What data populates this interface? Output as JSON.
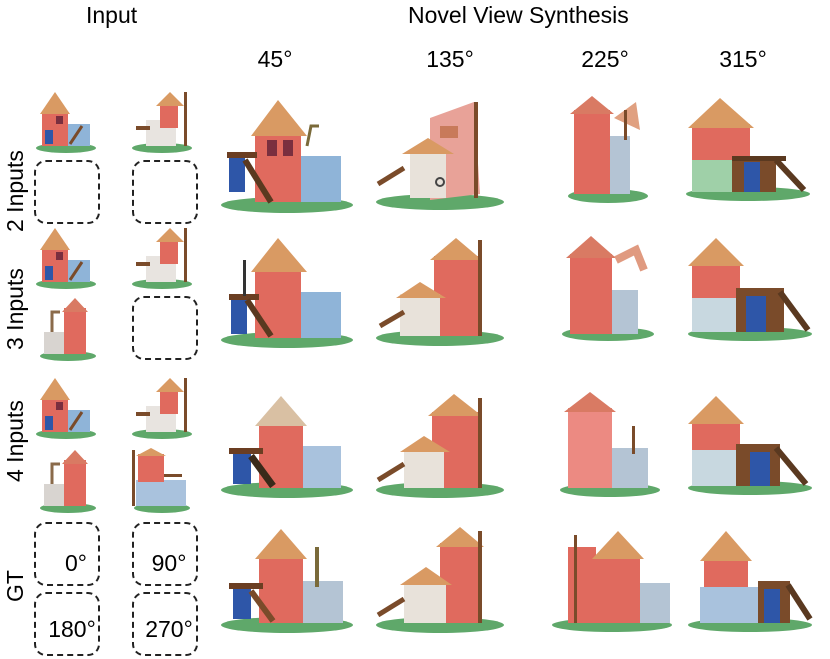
{
  "headers": {
    "input": "Input",
    "novel": "Novel View Synthesis"
  },
  "angles": [
    "45°",
    "135°",
    "225°",
    "315°"
  ],
  "row_labels": {
    "r2": "2 Inputs",
    "r3": "3 Inputs",
    "r4": "4 Inputs",
    "gt": "GT"
  },
  "gt_angles": [
    "0°",
    "90°",
    "180°",
    "270°"
  ],
  "colors": {
    "wall_red": "#e06a5e",
    "wall_blue": "#8fb4d8",
    "roof": "#d99a63",
    "grass": "#5fa86a",
    "door": "#2e56a8",
    "wood": "#7a4b2a"
  }
}
